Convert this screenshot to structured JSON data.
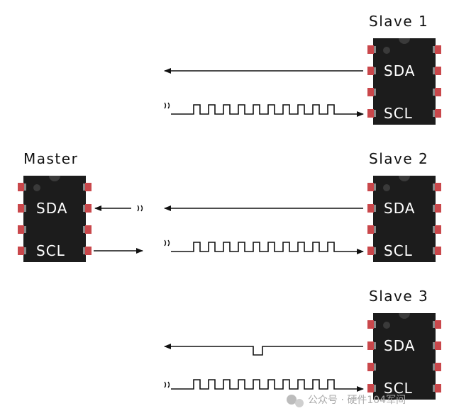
{
  "chips": {
    "master": {
      "title": "Master",
      "pin_sda": "SDA",
      "pin_scl": "SCL"
    },
    "slave1": {
      "title": "Slave 1",
      "pin_sda": "SDA",
      "pin_scl": "SCL"
    },
    "slave2": {
      "title": "Slave 2",
      "pin_sda": "SDA",
      "pin_scl": "SCL"
    },
    "slave3": {
      "title": "Slave 3",
      "pin_sda": "SDA",
      "pin_scl": "SCL"
    }
  },
  "watermark": {
    "text": "公众号 · 硬件104军间"
  },
  "colors": {
    "chip_body": "#1c1c1c",
    "chip_notch": "#3a3a3a",
    "chip_leg": "#8a8a8a",
    "pin_pad": "#c9474b",
    "line": "#111111",
    "background": "#ffffff"
  }
}
